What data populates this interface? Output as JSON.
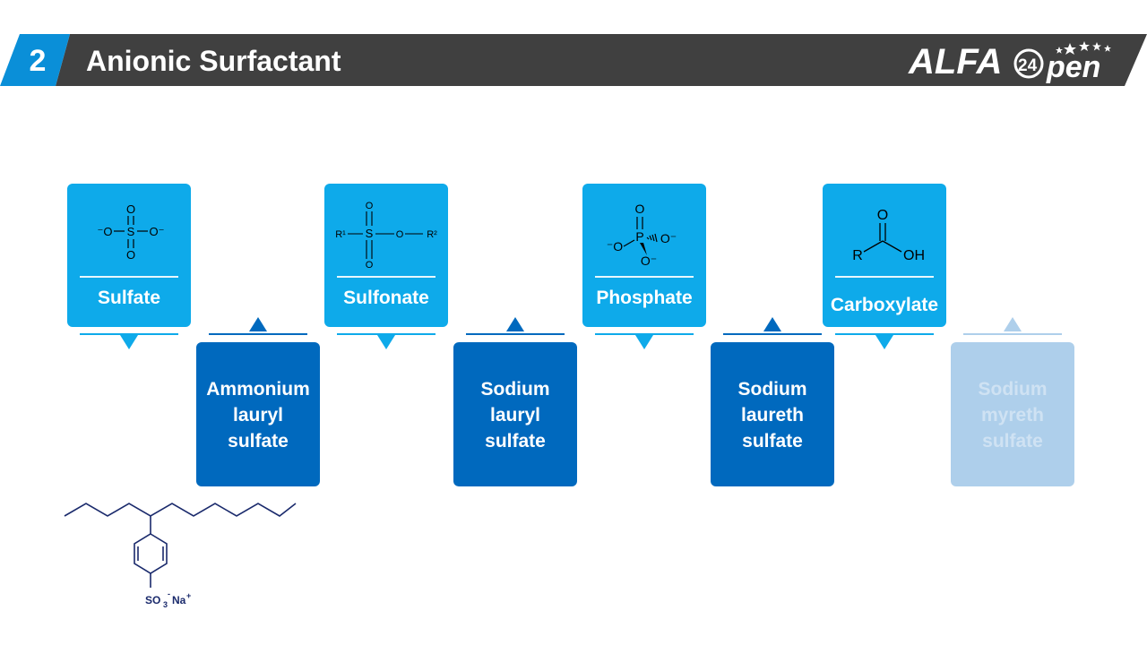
{
  "header": {
    "number": "2",
    "title": "Anionic Surfactant",
    "logo_text": "ALFA",
    "logo_badge": "24",
    "logo_suffix": "pen"
  },
  "categories": [
    {
      "label": "Sulfate",
      "formula_icon": "sulfate-structure",
      "labels": {
        "o_top": "O",
        "o_left": "⁻O",
        "s": "S",
        "o_right": "O⁻",
        "o_bottom": "O"
      }
    },
    {
      "label": "Sulfonate",
      "formula_icon": "sulfonate-structure",
      "labels": {
        "r1": "R¹",
        "s": "S",
        "o_top": "O",
        "o_bottom": "O",
        "o_mid": "O",
        "r2": "R²"
      }
    },
    {
      "label": "Phosphate",
      "formula_icon": "phosphate-structure",
      "labels": {
        "o_top": "O",
        "p": "P",
        "o_left": "⁻O",
        "o_right": "O⁻",
        "o_bottom": "O⁻"
      }
    },
    {
      "label": "Carboxylate",
      "formula_icon": "carboxylate-structure",
      "labels": {
        "o_top": "O",
        "r": "R",
        "oh": "OH"
      }
    }
  ],
  "examples": [
    {
      "label": "Ammonium\nlauryl\nsulfate",
      "faded": false
    },
    {
      "label": "Sodium\nlauryl\nsulfate",
      "faded": false
    },
    {
      "label": "Sodium\nlaureth\nsulfate",
      "faded": false
    },
    {
      "label": "Sodium\nmyreth\nsulfate",
      "faded": true
    }
  ],
  "structure": {
    "formula_icon": "alkylbenzene-sulfonate-structure",
    "label_so": "SO",
    "label_sub": "3",
    "label_charge": "-",
    "label_na": "Na",
    "label_plus": "+"
  },
  "colors": {
    "header_dark": "#404040",
    "header_accent": "#0a8fd8",
    "light_blue": "#0eaaea",
    "dark_blue": "#0069be",
    "faded_blue": "#aecfeb",
    "structure_navy": "#1a2a6c"
  }
}
